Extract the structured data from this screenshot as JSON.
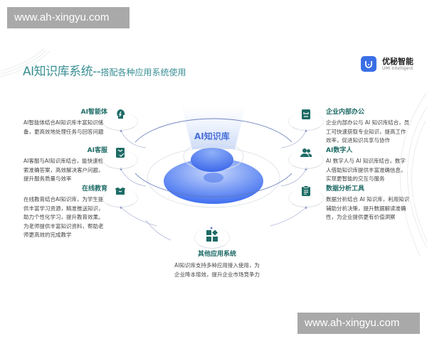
{
  "watermarks": {
    "top": "www.ah-xingyu.com",
    "bottom": "www.ah-xingyu.com"
  },
  "header": {
    "title_main": "AI知识库系统",
    "title_sep": "--",
    "title_sub": "搭配各种应用系统使用"
  },
  "logo": {
    "name": "优秘智能",
    "name_en": "UMI Intelligent",
    "icon": "umi-logo-icon",
    "color": "#3a6fe6"
  },
  "center": {
    "label": "AI知识库",
    "accent_color": "#4a6fd8"
  },
  "colors": {
    "teal": "#1e6b66",
    "title_teal": "#3a8f94",
    "blue": "#3a6fe6"
  },
  "left_items": [
    {
      "label": "AI智能体",
      "icon": "brain-icon",
      "text": "AI智能体结合AI知识库丰富知识储备，更高效地处理任务与回答问题"
    },
    {
      "label": "AI客服",
      "icon": "checklist-icon",
      "text": "AI客服与AI知识库结合，能快速检索准确答案，高效解决客户问题，提升服务质量与效率"
    },
    {
      "label": "在线教育",
      "icon": "open-box-icon",
      "text": "在线教育结合AI知识库，为学生提供丰富学习资源，精准推送知识，助力个性化学习，提升教育效果。为老师提供丰富知识资料，帮助老师更高效的完成教学"
    }
  ],
  "right_items": [
    {
      "label": "企业内部办公",
      "icon": "office-icon",
      "text": "企业内部办公与 AI 知识库结合，员工可快速获取专业知识，提高工作效率，促进知识共享与协作"
    },
    {
      "label": "AI数字人",
      "icon": "users-icon",
      "text": "AI 数字人与 AI 知识库结合，数字人借助知识库提供丰富准确信息，实现更智能的交互与服务"
    },
    {
      "label": "数据分析工具",
      "icon": "clipboard-icon",
      "text": "数据分析结合 AI 知识库，利用知识辅助分析决策，提升数据解读准确性，为企业提供更有价值洞察"
    }
  ],
  "bottom_item": {
    "label": "其他应用系统",
    "icon": "apps-grid-icon",
    "text_line1": "AI知识库支持多种应用接入使用，为",
    "text_line2": "企业降本增效，提升企业市场竞争力"
  }
}
